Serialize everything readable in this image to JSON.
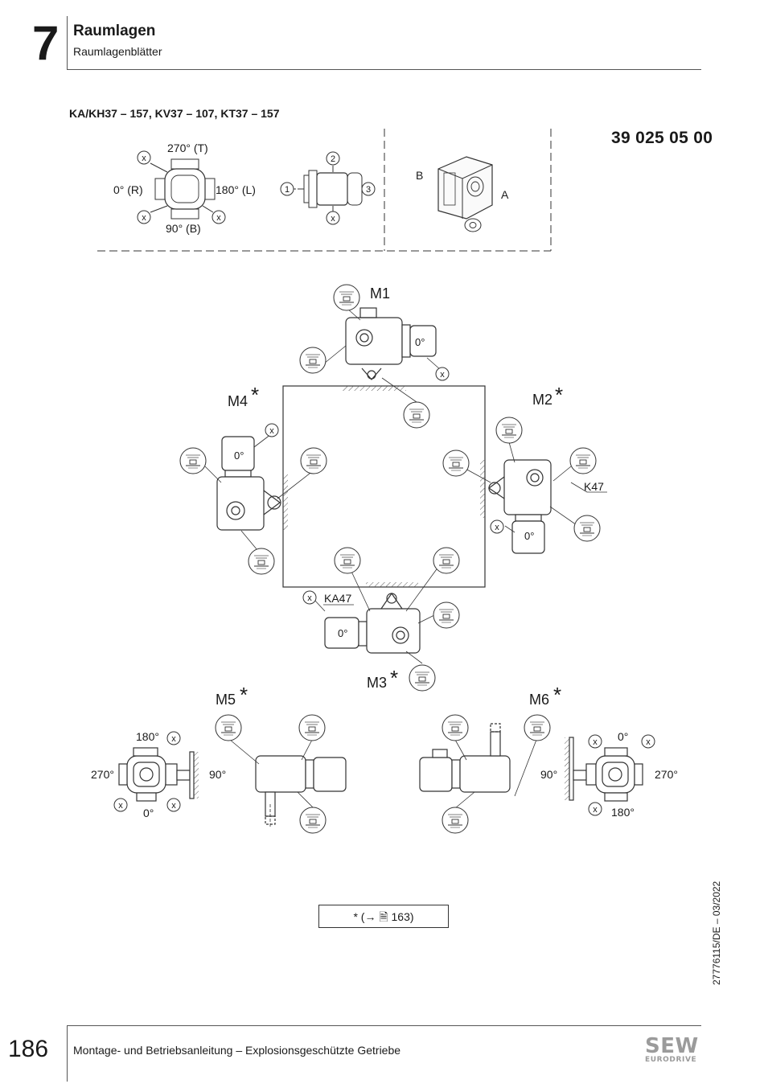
{
  "header": {
    "chapter_number": "7",
    "title": "Raumlagen",
    "subtitle": "Raumlagenblätter"
  },
  "model_title": "KA/KH37 – 157, KV37 – 107, KT37 – 157",
  "document_code": "39 025 05 00",
  "legend": {
    "angle_top": "270° (T)",
    "angle_left": "0° (R)",
    "angle_right": "180° (L)",
    "angle_bottom": "90° (B)",
    "x_mark": "x",
    "pos_1": "1",
    "pos_2": "2",
    "pos_3": "3",
    "side_b": "B",
    "side_a": "A"
  },
  "mounting_positions": {
    "m1": "M1",
    "m2": "M2",
    "m3": "M3",
    "m4": "M4",
    "m5": "M5",
    "m6": "M6",
    "star": "*",
    "zero_deg": "0°",
    "k47_label": "K47",
    "ka47_label": "KA47"
  },
  "m5_angles": {
    "a180": "180°",
    "a270": "270°",
    "a0": "0°",
    "a90": "90°"
  },
  "m6_angles": {
    "a0": "0°",
    "a90": "90°",
    "a270": "270°",
    "a180": "180°"
  },
  "reference_note": "* (→ 🗎 163)",
  "side_text": "27776115/DE – 03/2022",
  "footer": {
    "page_number": "186",
    "text": "Montage- und Betriebsanleitung – Explosionsgeschützte Getriebe",
    "logo_main": "SEW",
    "logo_sub": "EURODRIVE"
  }
}
